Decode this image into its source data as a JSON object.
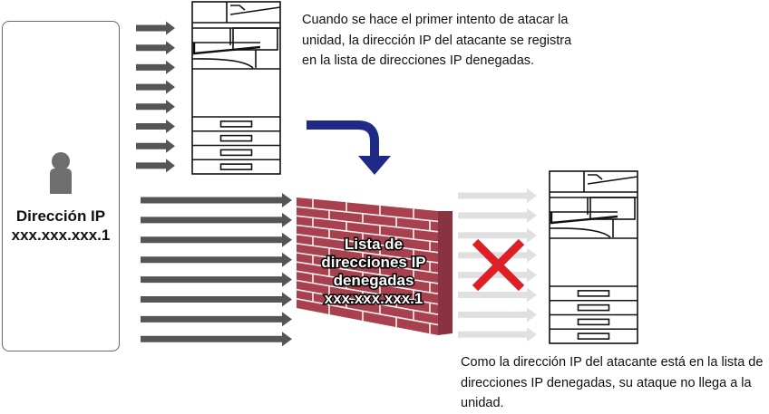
{
  "attacker": {
    "icon": "person-icon",
    "label_line1": "Dirección IP",
    "label_line2": "xxx.xxx.xxx.1"
  },
  "captions": {
    "top": "Cuando se hace el primer intento de atacar la unidad, la dirección IP del atacante se registra en la lista de direcciones IP denegadas.",
    "bottom": "Como la dirección IP del atacante está en la lista de direcciones IP denegadas, su ataque no llega a la unidad."
  },
  "wall": {
    "line1": "Lista de",
    "line2": "direcciones IP",
    "line3": "denegadas",
    "line4": "xxx.xxx.xxx.1"
  },
  "icons": {
    "first_attack": "arrow-right-icon",
    "device": "printer-icon",
    "flow": "curved-arrow-down-icon",
    "blocked": "cross-icon",
    "firewall": "brick-wall-icon"
  },
  "colors": {
    "attack_arrow": "#555555",
    "blocked_arrow": "#e0e0e0",
    "wall_brick": "#a8404e",
    "wall_side": "#8a3340",
    "flow_arrow": "#1f2a86",
    "cross": "#e01e26",
    "person": "#6e6e6e"
  },
  "arrow_counts": {
    "first_attempt": 8,
    "to_wall": 8,
    "blocked": 8
  }
}
